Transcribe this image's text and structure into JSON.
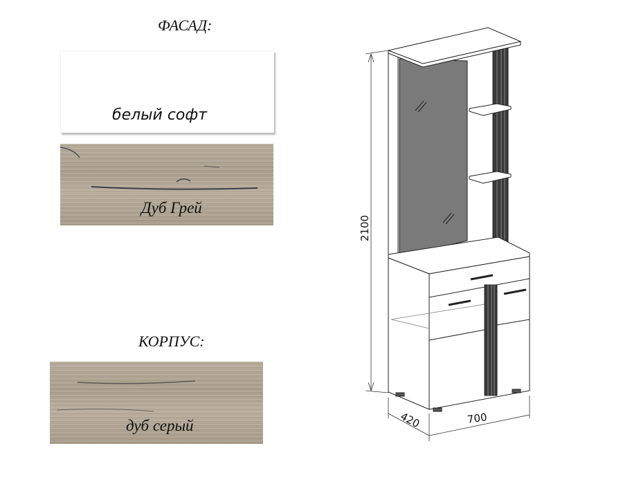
{
  "facade": {
    "heading": "ФАСАД:",
    "swatches": [
      {
        "name": "белый софт",
        "color": "#ffffff"
      },
      {
        "name": "Дуб Грей",
        "color": "#ada190"
      }
    ]
  },
  "body": {
    "heading": "КОРПУС:",
    "swatches": [
      {
        "name": "дуб серый",
        "color": "#ada190"
      }
    ]
  },
  "dimensions": {
    "height": "2100",
    "depth": "420",
    "width": "700"
  }
}
